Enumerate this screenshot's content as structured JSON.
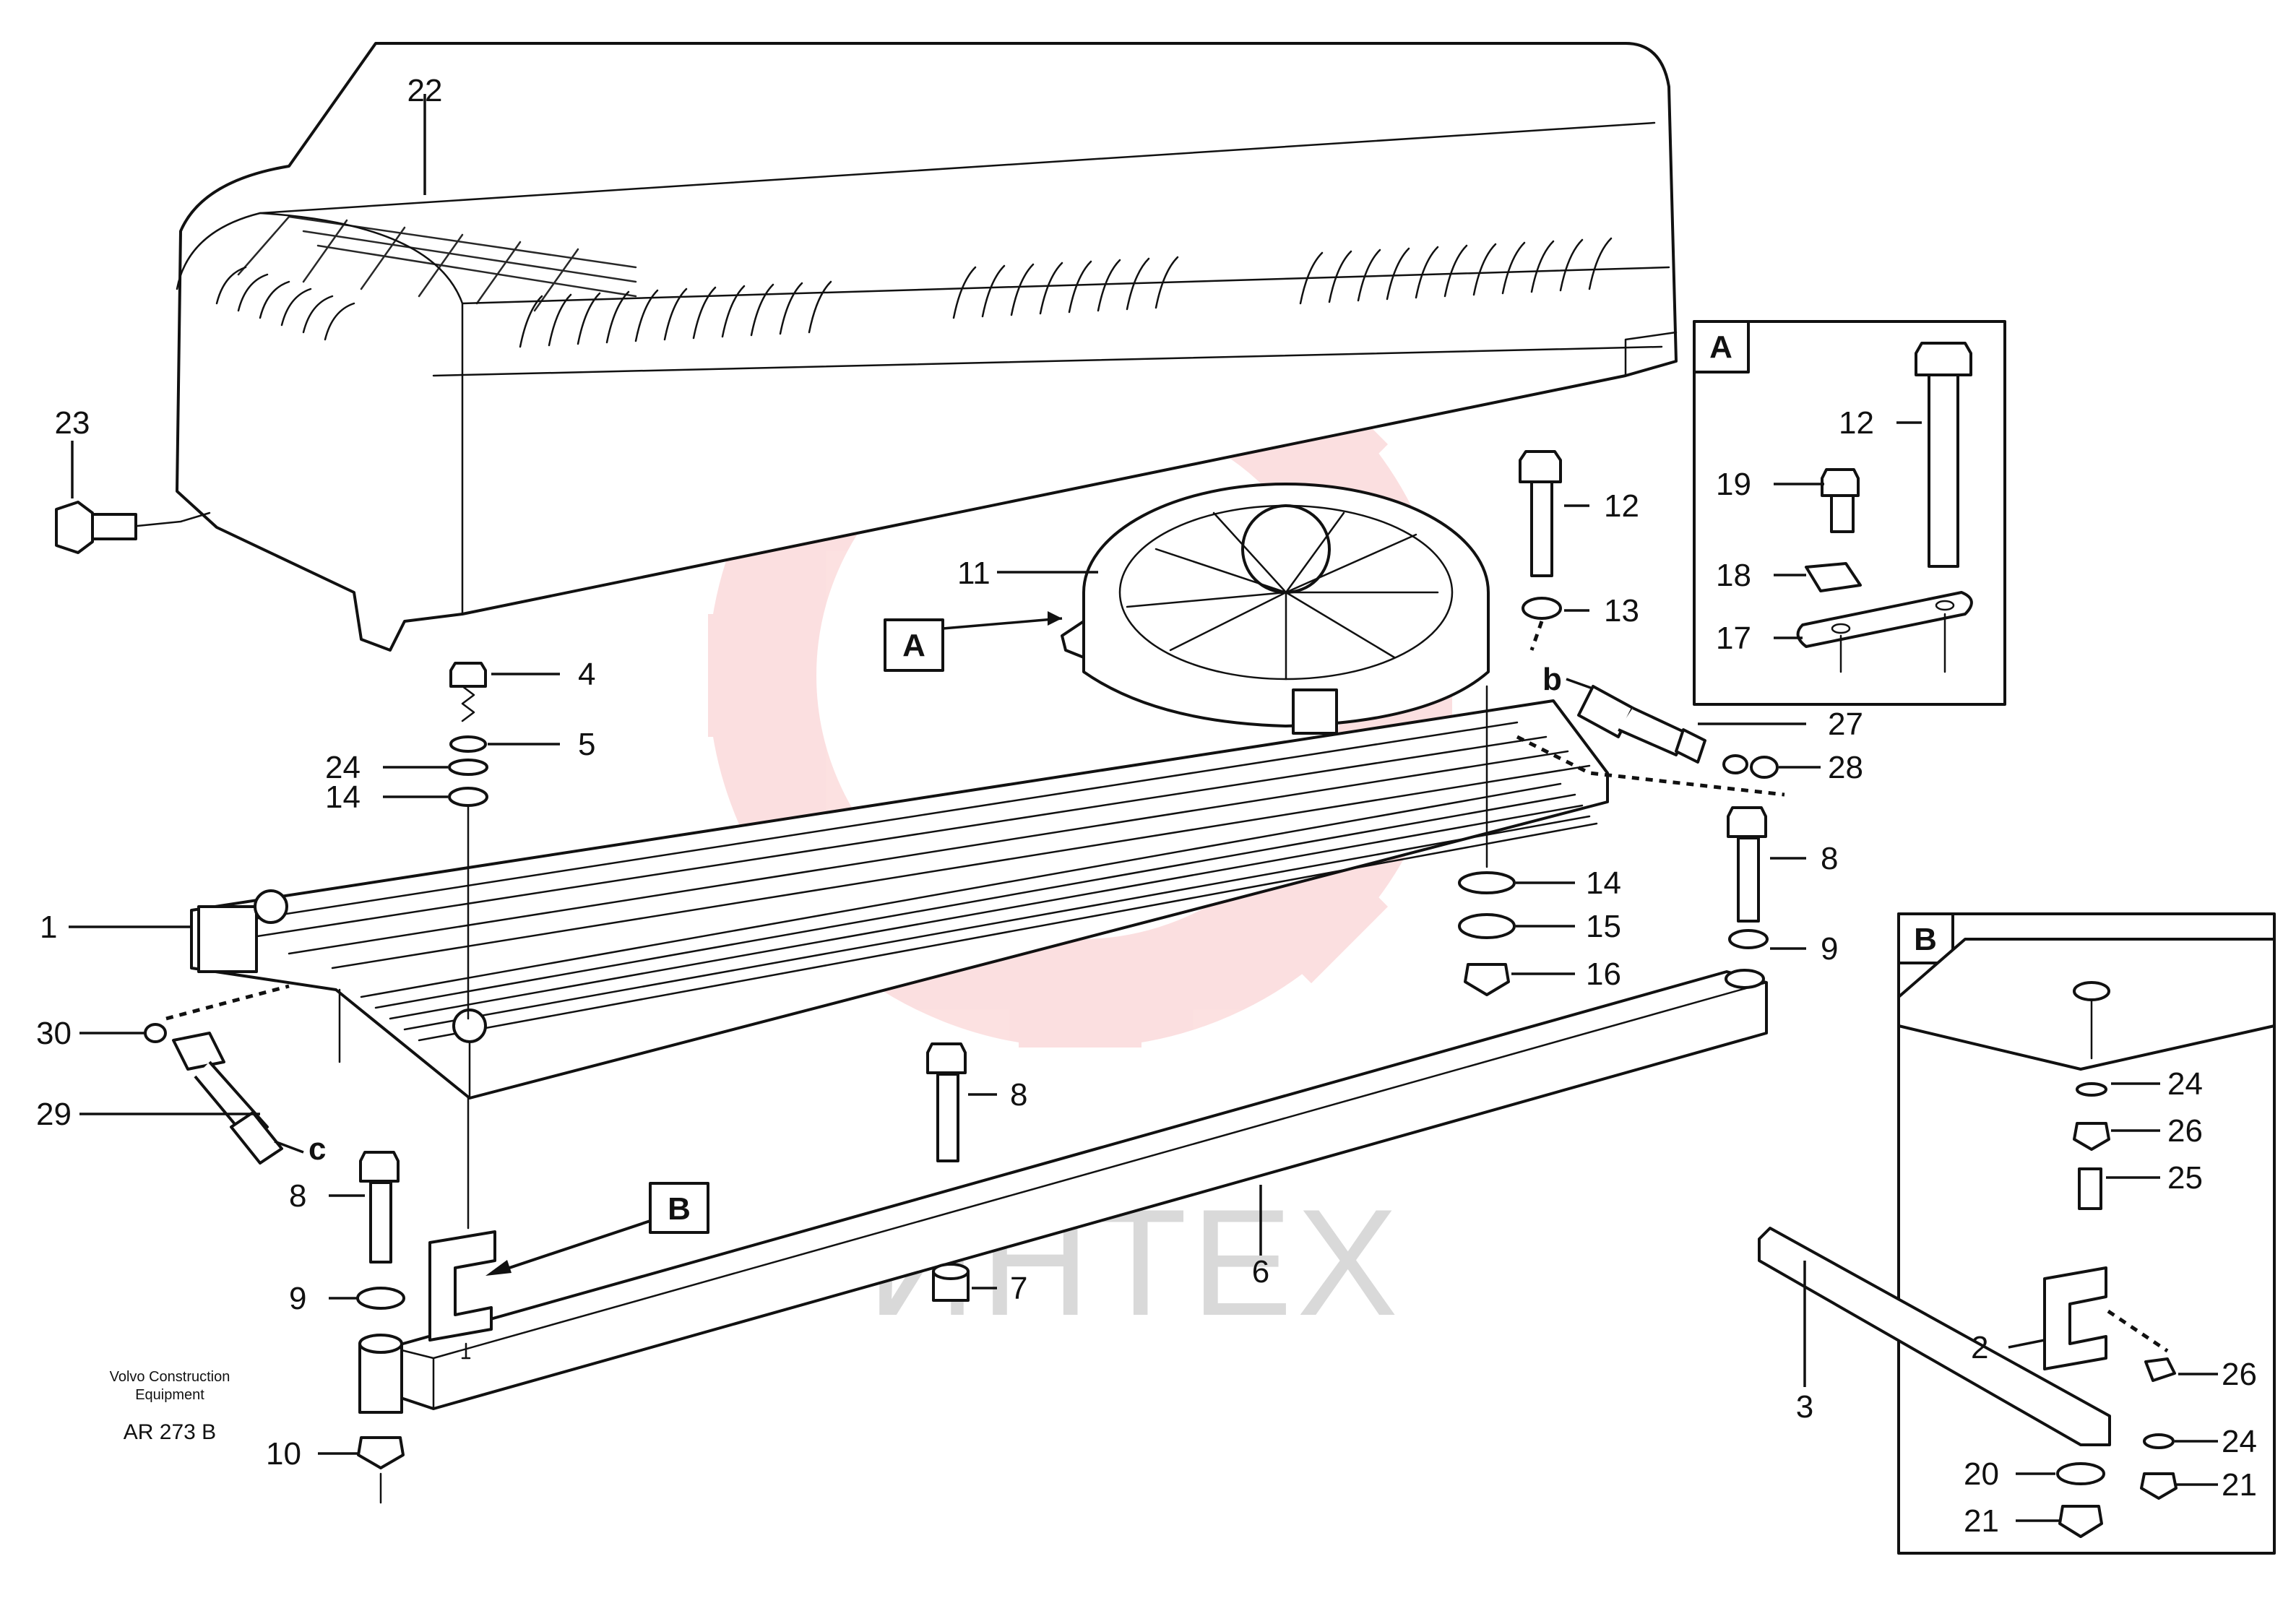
{
  "labels": {
    "n1": "1",
    "n2": "2",
    "n3": "3",
    "n4": "4",
    "n5": "5",
    "n6": "6",
    "n7": "7",
    "n8a": "8",
    "n8b": "8",
    "n8c": "8",
    "n9a": "9",
    "n9b": "9",
    "n10": "10",
    "n11": "11",
    "n12a": "12",
    "n12b": "12",
    "n13": "13",
    "n14a": "14",
    "n14b": "14",
    "n15": "15",
    "n16": "16",
    "n17": "17",
    "n18": "18",
    "n19": "19",
    "n20": "20",
    "n21a": "21",
    "n21b": "21",
    "n22": "22",
    "n23": "23",
    "n24a": "24",
    "n24b": "24",
    "n24c": "24",
    "n25": "25",
    "n26a": "26",
    "n26b": "26",
    "n27": "27",
    "n28": "28",
    "n29": "29",
    "n30": "30"
  },
  "callouts": {
    "a_box": "A",
    "a_inset": "A",
    "b_box": "B",
    "b_inset": "B",
    "b_arrow": "b",
    "c_arrow": "c"
  },
  "footer": {
    "maker_line1": "Volvo Construction",
    "maker_line2": "Equipment",
    "drawing_code": "AR 273 B"
  },
  "watermark": {
    "text": "ИНТЕХ",
    "color": "#e8151b"
  }
}
